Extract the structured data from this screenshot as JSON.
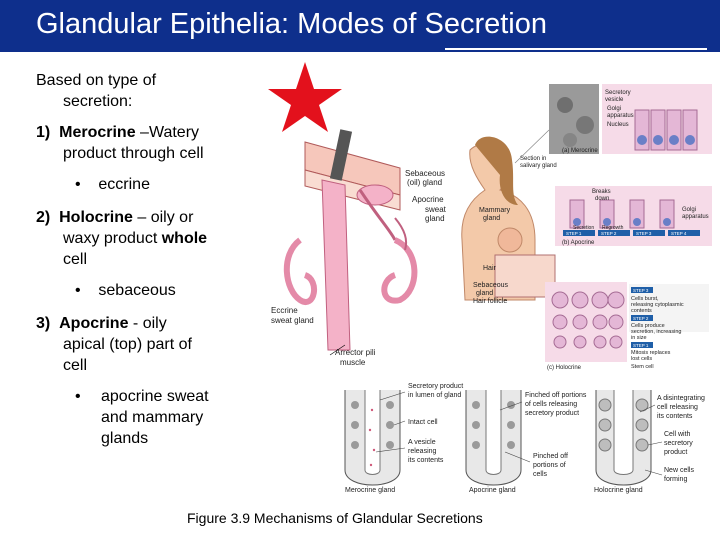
{
  "slide": {
    "title": "Glandular Epithelia: Modes of Secretion",
    "intro_line1": "Based on type of",
    "intro_line2": "secretion:",
    "items": [
      {
        "num": "1)",
        "name": "Merocrine",
        "sep": " –",
        "desc1": "Watery",
        "desc2": "product through cell",
        "example": "eccrine"
      },
      {
        "num": "2)",
        "name": "Holocrine",
        "sep": " – ",
        "desc1": "oily or",
        "desc2": "waxy product",
        "desc2_bold": "whole",
        "desc3": "cell",
        "example": "sebaceous"
      },
      {
        "num": "3)",
        "name": "Apocrine",
        "sep": " - ",
        "desc1": "oily",
        "desc2": "apical (top) part of",
        "desc3": "cell",
        "example1": "apocrine sweat",
        "example2": "and mammary",
        "example3": "glands"
      }
    ],
    "bullet": "•",
    "caption": "Figure 3.9  Mechanisms of Glandular Secretions"
  },
  "figure": {
    "skin_labels": [
      "Sebaceous",
      "(oil) gland",
      "Apocrine",
      "sweat",
      "gland",
      "Eccrine",
      "sweat gland",
      "Arrector pili",
      "muscle"
    ],
    "woman_labels": [
      "Mammary",
      "gland",
      "Hair",
      "Sebaceous",
      "gland",
      "Hair follicle"
    ],
    "panel_a": {
      "tag": "(a) Merocrine",
      "labels": [
        "Secretory",
        "vesicle",
        "Golgi",
        "apparatus",
        "Nucleus"
      ],
      "side": [
        "Section in",
        "salivary gland"
      ]
    },
    "panel_b": {
      "tag": "(b) Apocrine",
      "labels": [
        "Breaks",
        "down",
        "Golgi",
        "apparatus"
      ],
      "steps": [
        "Secretion",
        "Regrowth",
        "STEP 1",
        "STEP 2",
        "STEP 3",
        "STEP 4"
      ]
    },
    "panel_c": {
      "tag": "(c) Holocrine",
      "steps": [
        {
          "n": "STEP 3",
          "t1": "Cells burst,",
          "t2": "releasing cytoplasmic",
          "t3": "contents"
        },
        {
          "n": "STEP 2",
          "t1": "Cells produce",
          "t2": "secretion, increasing",
          "t3": "in size"
        },
        {
          "n": "STEP 1",
          "t1": "Mitosis replaces",
          "t2": "lost cells",
          "t3": ""
        }
      ],
      "stem": "Stem cell"
    },
    "gland_labels": {
      "secretory1": "Secretory product",
      "secretory2": "in lumen of gland",
      "intact": "Intact cell",
      "vesicle1": "A vesicle",
      "vesicle2": "releasing",
      "vesicle3": "its contents",
      "finched1": "Finched off portions",
      "finched2": "of cells releasing",
      "finched3": "secretory product",
      "pinched1": "Pinched off",
      "pinched2": "portions of",
      "pinched3": "cells",
      "disint1": "A disintegrating",
      "disint2": "cell releasing",
      "disint3": "its contents",
      "cellsec1": "Cell with",
      "cellsec2": "secretory",
      "cellsec3": "product",
      "newcells1": "New cells",
      "newcells2": "forming",
      "merocrine": "Merocrine gland",
      "apocrine": "Apocrine gland",
      "holocrine": "Holocrine gland"
    }
  },
  "colors": {
    "title_bar": "#0e2f8c",
    "star": "#e3111c",
    "tissue": "#f2a7c0",
    "skin": "#f6c7bb"
  }
}
